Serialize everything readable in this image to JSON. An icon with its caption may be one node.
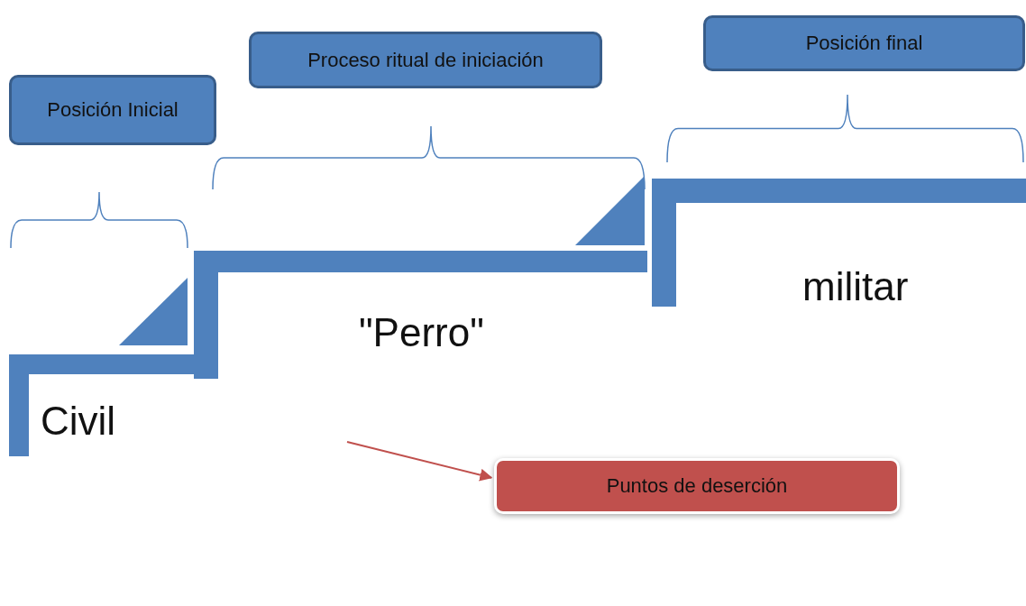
{
  "diagram": {
    "nodes": [
      {
        "text": [
          "Posición Inicial"
        ]
      },
      {
        "text": [
          "Proceso ritual de iniciación"
        ]
      },
      {
        "text": [
          "Posición final"
        ]
      },
      {
        "text": [
          "Puntos de deserción"
        ]
      }
    ],
    "edges": [
      {
        "from": null,
        "to": 3,
        "arrow": "to",
        "color": "#c0504d"
      }
    ],
    "labels": [
      "Civil",
      "\"Perro\"",
      "militar"
    ]
  }
}
